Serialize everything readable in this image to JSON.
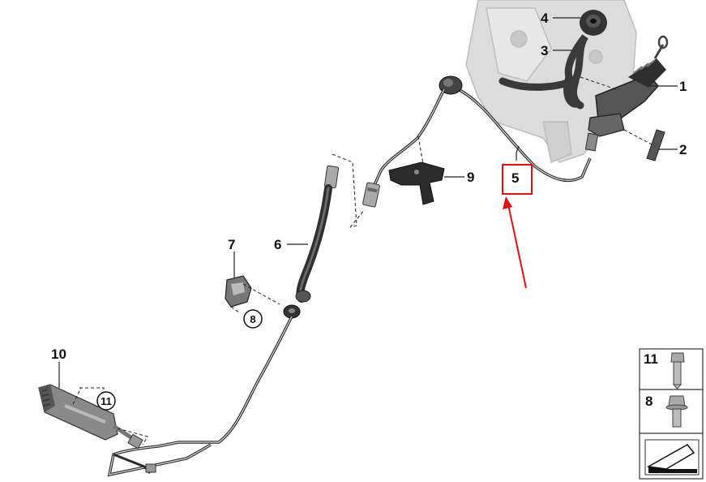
{
  "callouts": {
    "c1": "1",
    "c2": "2",
    "c3": "3",
    "c4": "4",
    "c5": "5",
    "c6": "6",
    "c7": "7",
    "c9": "9",
    "c10": "10"
  },
  "circled": {
    "c8": "8",
    "c11": "11"
  },
  "legend": {
    "bolt": "11",
    "flange_bolt": "8"
  },
  "highlight": {
    "color": "#e01010",
    "target": "5"
  },
  "colors": {
    "line": "#222222",
    "pedal": "#d6d6d6",
    "hose": "#3a3a3a"
  }
}
